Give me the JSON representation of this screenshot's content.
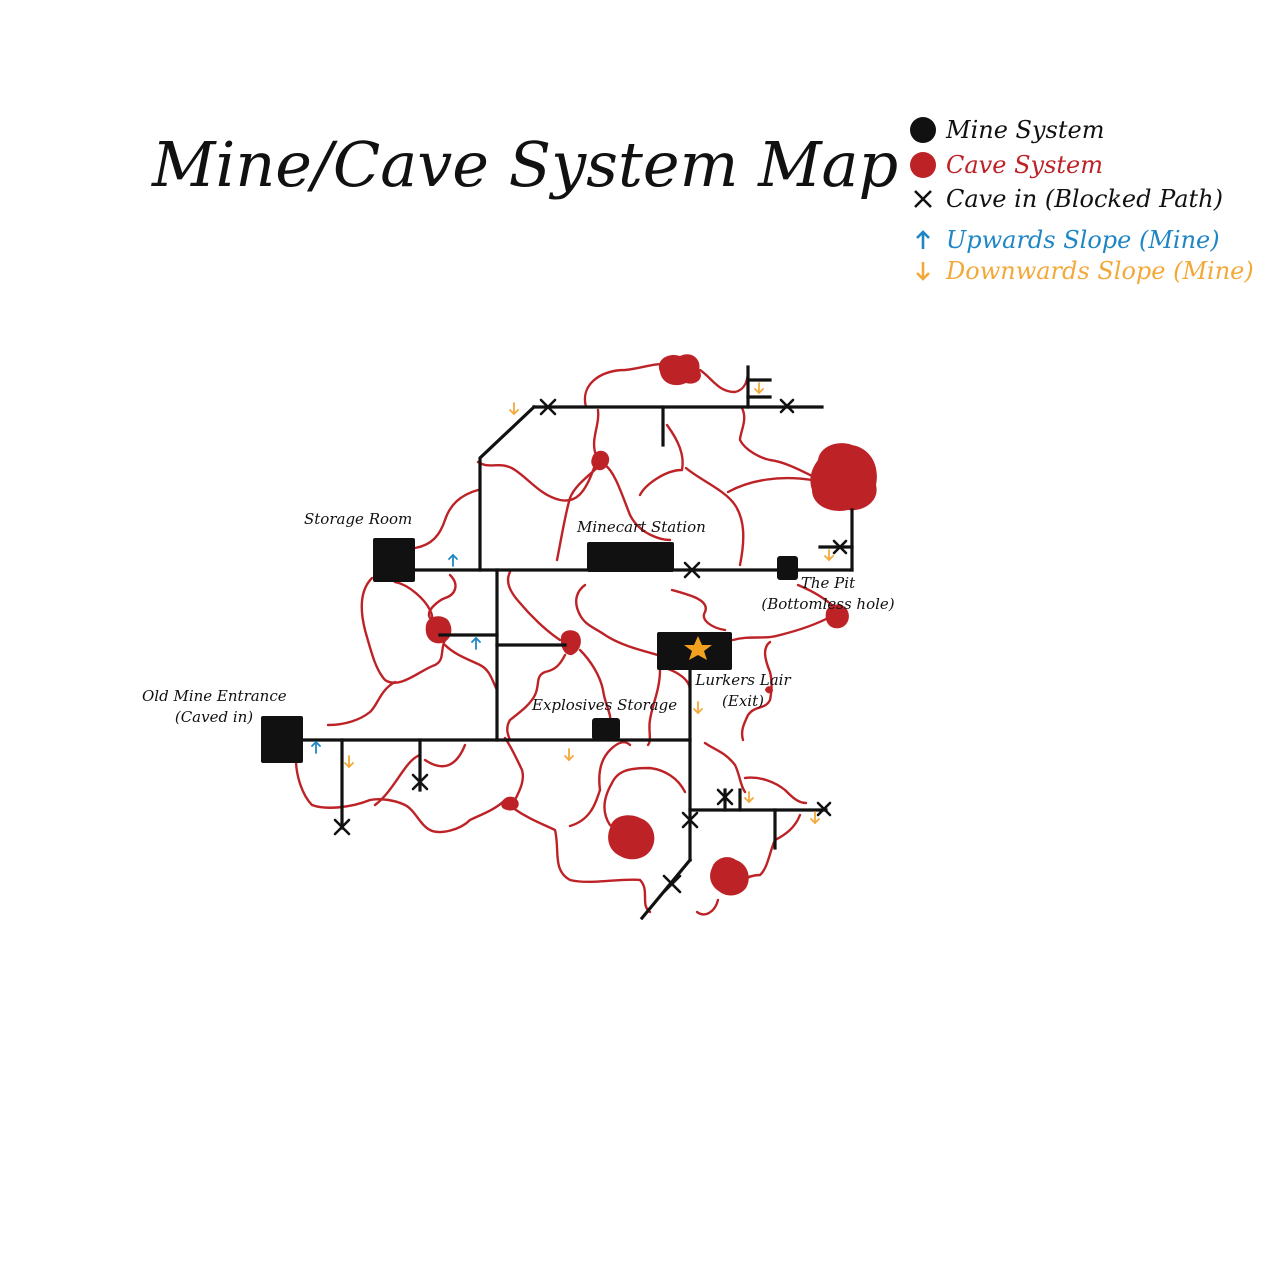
{
  "title": "Mine/Cave System Map",
  "colors": {
    "mine": "#111111",
    "cave": "#bd2227",
    "up": "#1f86c4",
    "down": "#f3a93a",
    "star": "#f3a021"
  },
  "legend": [
    {
      "label": "Mine System",
      "icon": "black-circle-icon",
      "color": "#111111"
    },
    {
      "label": "Cave System",
      "icon": "red-circle-icon",
      "color": "#bd2227"
    },
    {
      "label": "Cave in (Blocked Path)",
      "icon": "cross-icon",
      "color": "#111111"
    },
    {
      "label": "Upwards Slope (Mine)",
      "icon": "up-arrow-icon",
      "color": "#1f86c4"
    },
    {
      "label": "Downwards Slope (Mine)",
      "icon": "down-arrow-icon",
      "color": "#f3a93a"
    }
  ],
  "places": {
    "storage_room": "Storage Room",
    "minecart_station": "Minecart Station",
    "the_pit": "The Pit",
    "the_pit_note": "(Bottomless hole)",
    "old_mine_entrance": "Old Mine Entrance",
    "old_mine_entrance_note": "(Caved in)",
    "explosives_storage": "Explosives Storage",
    "lurkers_lair": "Lurkers Lair",
    "lurkers_lair_note": "(Exit)"
  }
}
